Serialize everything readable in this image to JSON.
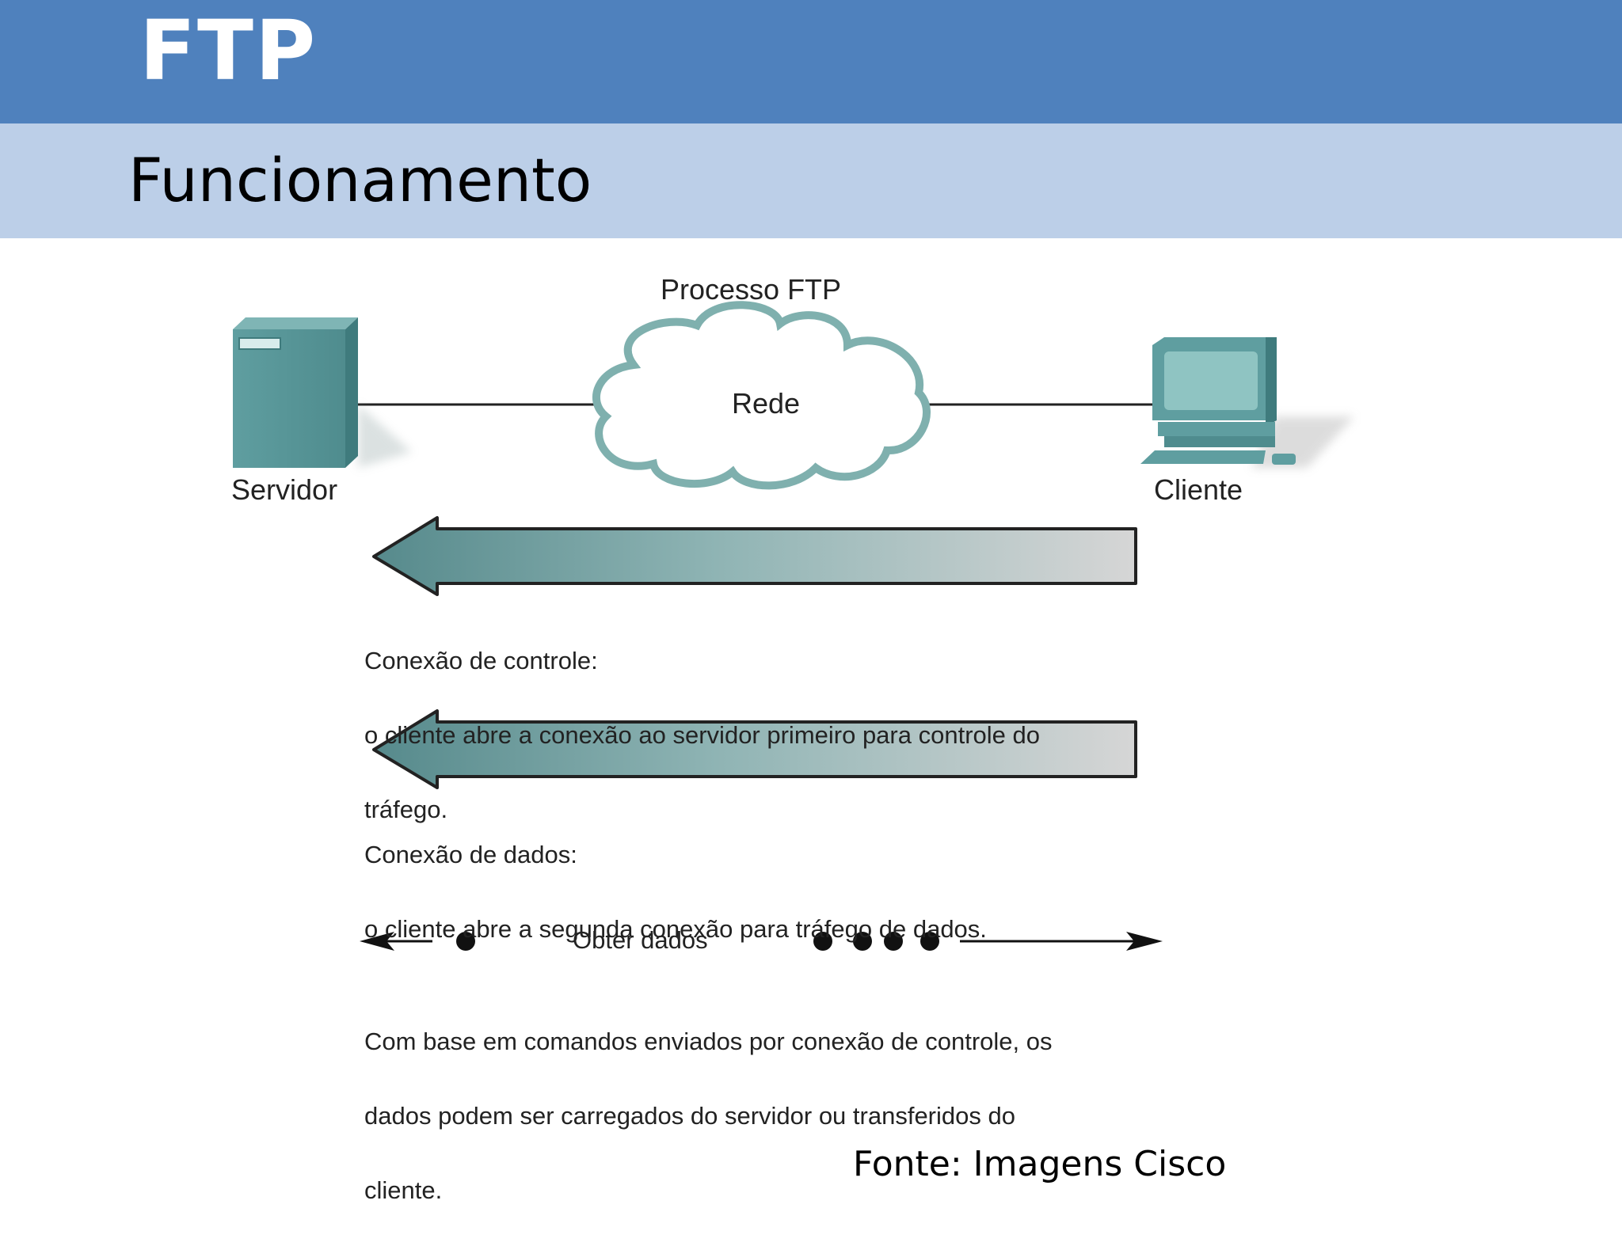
{
  "slide": {
    "title": "FTP",
    "subtitle": "Funcionamento",
    "source": "Fonte: Imagens Cisco"
  },
  "diagram": {
    "process_title": "Processo FTP",
    "network_label": "Rede",
    "server_label": "Servidor",
    "client_label": "Cliente",
    "control_connection": {
      "heading": "Conexão de controle:",
      "line1": "o cliente abre a conexão ao servidor primeiro para controle do",
      "line2": "tráfego."
    },
    "data_connection": {
      "heading": "Conexão de dados:",
      "line1": "o cliente abre a segunda conexão para tráfego de dados."
    },
    "get_data": {
      "label": "Obter dados",
      "line1": "Com base em comandos enviados por conexão de controle, os",
      "line2": "dados podem ser carregados do servidor ou transferidos do",
      "line3": "cliente."
    },
    "colors": {
      "header": "#4f81bd",
      "subheader": "#bccfe8",
      "device_teal": "#5f9ea0",
      "arrow_start": "#5f9494",
      "arrow_end": "#d4d4d4"
    }
  }
}
